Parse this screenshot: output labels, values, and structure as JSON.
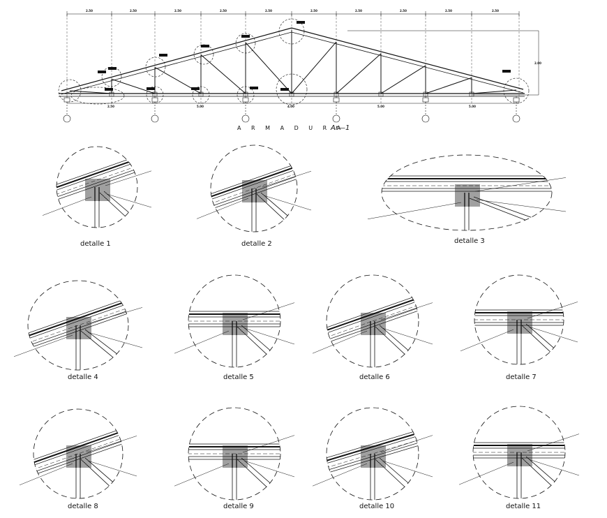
{
  "title": "A R M A D U R A",
  "code": "Ar—1",
  "dims_top": [
    "2.50",
    "2.50",
    "2.50",
    "2.50",
    "2.50",
    "2.50",
    "2.50",
    "2.50",
    "2.50",
    "2.50"
  ],
  "dims_bottom": [
    "2.50",
    "5.00",
    "4.00",
    "5.00",
    "5.00"
  ],
  "height_dim": "2.00",
  "details": [
    {
      "label": "detalle 1"
    },
    {
      "label": "detalle 2"
    },
    {
      "label": "detalle 3"
    },
    {
      "label": "detalle 4"
    },
    {
      "label": "detalle 5"
    },
    {
      "label": "detalle 6"
    },
    {
      "label": "detalle 7"
    },
    {
      "label": "detalle 8"
    },
    {
      "label": "detalle 9"
    },
    {
      "label": "detalle 10"
    },
    {
      "label": "detalle 11"
    }
  ]
}
